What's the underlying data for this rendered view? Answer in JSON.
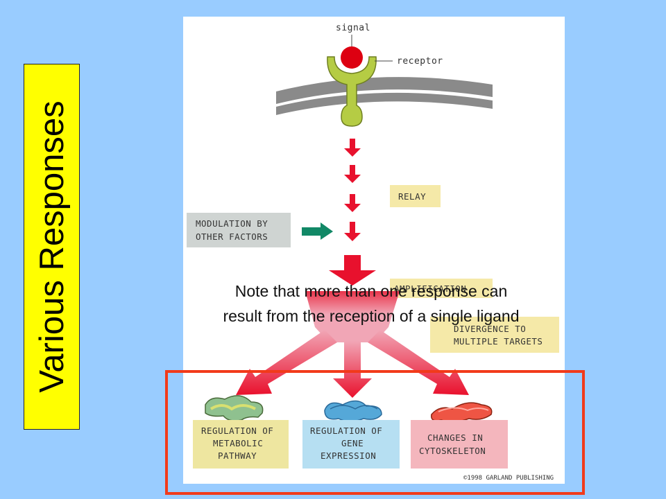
{
  "side_title": "Various Responses",
  "diagram": {
    "signal_label": "signal",
    "receptor_label": "receptor",
    "relay_label": "RELAY",
    "modulation_label": [
      "MODULATION BY",
      "OTHER FACTORS"
    ],
    "amplification_label": "AMPLIFICATION",
    "divergence_label": [
      "DIVERGENCE TO",
      "MULTIPLE TARGETS"
    ],
    "outcomes": [
      {
        "lines": [
          "REGULATION OF",
          "METABOLIC",
          "PATHWAY"
        ]
      },
      {
        "lines": [
          "REGULATION OF",
          "GENE",
          "EXPRESSION"
        ]
      },
      {
        "lines": [
          "CHANGES IN",
          "CYTOSKELETON"
        ]
      }
    ],
    "copyright": "©1998 GARLAND PUBLISHING"
  },
  "note": "Note that more than one response can result from the reception of a single ligand",
  "colors": {
    "background": "#99ccff",
    "banner": "#ffff00",
    "frame": "#f23a1a",
    "arrow_red": "#e8112d",
    "arrow_pink": "#f2a0b0",
    "receptor_green": "#b5cc44",
    "signal_red": "#dd0011",
    "modulation_arrow": "#118866"
  }
}
